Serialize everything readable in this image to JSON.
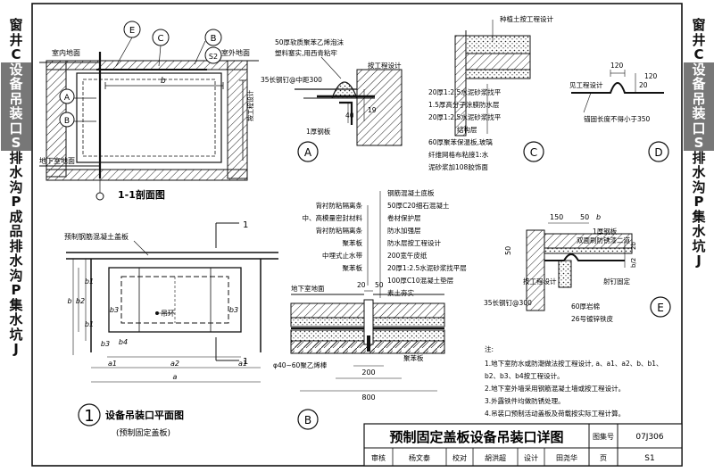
{
  "sidebar_left": [
    "窗",
    "井",
    "C",
    "设",
    "备",
    "吊",
    "装",
    "口",
    "S",
    "排",
    "水",
    "沟",
    "P",
    "成",
    "品",
    "排",
    "水",
    "沟",
    "P",
    "集",
    "水",
    "坑",
    "J"
  ],
  "sidebar_right": [
    "窗",
    "井",
    "C",
    "设",
    "备",
    "吊",
    "装",
    "口",
    "S",
    "排",
    "水",
    "沟",
    "P",
    "集",
    "水",
    "坑",
    "J"
  ],
  "section_1_1": {
    "title": "1-1剖面图",
    "label_indoor_floor": "室内地面",
    "label_outdoor_floor": "室外地面",
    "label_basement_floor": "地下室地面",
    "label_b": "b",
    "label_by_design": "按工程设计",
    "callout_a": "A",
    "callout_b": "B",
    "callout_c": "C",
    "callout_e": "E",
    "callout_s2": "S2"
  },
  "plan": {
    "title": "设备吊装口平面图",
    "subtitle": "(预制固定盖板)",
    "number": "1",
    "label_slab": "预制钢筋混凝土盖板",
    "label_hook": "吊环",
    "cut": "1",
    "dims": [
      "a1",
      "a2",
      "a1",
      "a",
      "b",
      "b2",
      "b1",
      "b1",
      "b3",
      "b3",
      "b3",
      "b4"
    ]
  },
  "detail_a": {
    "id": "A",
    "note_foam": "50厚软质聚苯乙烯泡沫",
    "note_foam2": "塑料塞实,用西青粘牢",
    "note_nail": "35长钢钉@中距300",
    "note_by_design": "按工程设计",
    "note_steel": "1厚钢板",
    "dim_40": "40",
    "dim_19": "19"
  },
  "detail_b": {
    "id": "B",
    "layers_left": [
      "背衬防粘隔离条",
      "中、高模量密封材料",
      "背衬防粘隔离条",
      "聚苯板",
      "中埋式止水带",
      "聚苯板"
    ],
    "layers_right": [
      "钢筋混凝土底板",
      "50厚C20细石混凝土",
      "卷材保护层",
      "防水加强层",
      "防水层按工程设计",
      "200宽午皮纸",
      "20厚1:2.5水泥砂浆找平层",
      "100厚C10混凝土垫层",
      "素土夯实"
    ],
    "label_basement_floor": "地下室地面",
    "label_rod": "φ40~60聚乙烯棒",
    "label_poly": "聚苯板",
    "dim_20": "20",
    "dim_50": "50",
    "dim_200": "200",
    "dim_800": "800"
  },
  "detail_c": {
    "id": "C",
    "label_top": "种植土按工程设计",
    "layers": [
      "20厚1:2.5水泥砂浆找平",
      "1.5厚高分子涂膜防水层",
      "20厚1:2.5水泥砂浆找平",
      "结构层",
      "60厚聚苯保温板,玻璃",
      "纤维网格布粘接1:水",
      "泥砂浆加108胶饰面"
    ]
  },
  "detail_d": {
    "id": "D",
    "label_design": "见工程设计",
    "label_anchor": "锚固长度不得小于350",
    "dim_120": "120",
    "dim_20": "20",
    "dim_120b": "120"
  },
  "detail_e": {
    "id": "E",
    "dim_150": "150",
    "dim_50": "50",
    "dim_50b": "50",
    "dim_b": "b",
    "label_steel": "1厚钢板",
    "label_anti": "双面刷防锈漆二道",
    "label_design": "按工程设计",
    "label_fix": "射钉固定",
    "label_nail": "35长钢钉@300",
    "label_insul": "60厚岩棉",
    "label_sheet": "26号镀锌铁皮",
    "label_b2": "b/2",
    "label_tb": "2b"
  },
  "notes": {
    "heading": "注:",
    "items": [
      "1.地下室防水或防潮做法按工程设计, a、a1、a2、b、b1、",
      "  b2、b3、b4按工程设计。",
      "2.地下室外墙采用钢筋混凝土墙或按工程设计。",
      "3.外露铁件均做防锈处理。",
      "4.吊装口预制活动盖板及荷载按实际工程计算。"
    ]
  },
  "title_block": {
    "title": "预制固定盖板设备吊装口详图",
    "atlas_label": "图集号",
    "atlas_no": "07J306",
    "review_label": "审核",
    "reviewer": "杨文泰",
    "check_label": "校对",
    "checker": "胡洪超",
    "design_label": "设计",
    "designer": "田尧华",
    "page_label": "页",
    "page_no": "S1"
  }
}
